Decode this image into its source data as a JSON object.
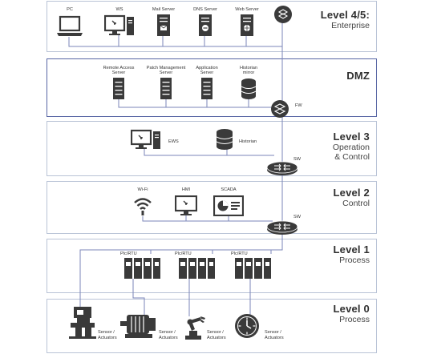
{
  "zones": {
    "enterprise": {
      "title": "Level 4/5:",
      "subtitle": "Enterprise"
    },
    "dmz": {
      "title": "DMZ"
    },
    "level3": {
      "title": "Level 3",
      "subtitle1": "Operation",
      "subtitle2": "& Control"
    },
    "level2": {
      "title": "Level 2",
      "subtitle": "Control"
    },
    "level1": {
      "title": "Level 1",
      "subtitle": "Process"
    },
    "level0": {
      "title": "Level 0",
      "subtitle": "Process"
    }
  },
  "enterprise_devices": {
    "pc": "PC",
    "ws": "WS",
    "mail": "Mail Server",
    "dns": "DNS Server",
    "web": "Web Server"
  },
  "dmz_devices": {
    "remote_access_1": "Remote Access",
    "remote_access_2": "Server",
    "patch_1": "Patch Management",
    "patch_2": "Server",
    "app_1": "Application",
    "app_2": "Server",
    "historian_1": "Historian",
    "historian_2": "mirror",
    "fw": "FW"
  },
  "level3_devices": {
    "ews": "EWS",
    "historian": "Historian",
    "sw": "SW"
  },
  "level2_devices": {
    "wifi": "Wi-Fi",
    "hmi": "HMI",
    "scada": "SCADA",
    "sw": "SW"
  },
  "level1_devices": {
    "plc1": "Plc/RTU",
    "plc2": "Plc/RTU",
    "plc3": "Plc/RTU"
  },
  "level0_devices": {
    "sensor1": "Sensor /",
    "actuators1": "Actuators",
    "sensor2": "Sensor /",
    "actuators2": "Actuators",
    "sensor3": "Sensor /",
    "actuators3": "Actuators",
    "sensor4": "Sensor /",
    "actuators4": "Actuators"
  },
  "colors": {
    "wire": "#7b86b8",
    "device": "#3a3a3a",
    "dmz_border": "#5866a4",
    "zone_border": "#b9c3d6"
  }
}
